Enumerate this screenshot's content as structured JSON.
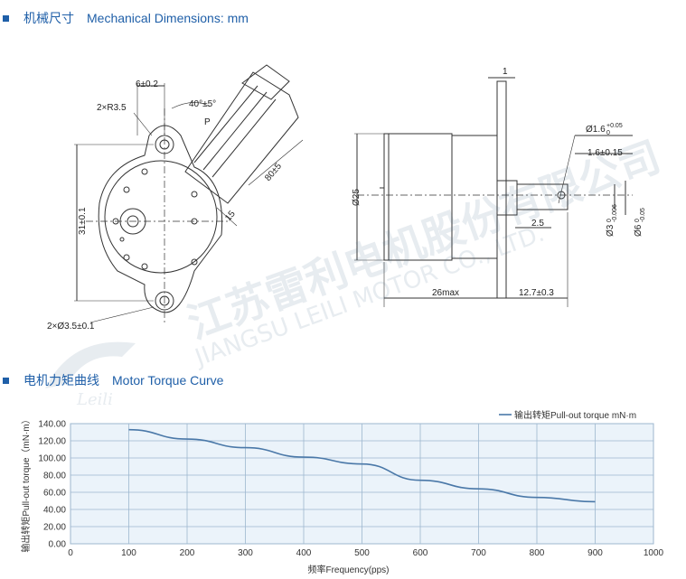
{
  "section_dimensions": {
    "title_cn": "机械尺寸",
    "title_en": "Mechanical Dimensions: mm"
  },
  "section_torque": {
    "title_cn": "电机力矩曲线",
    "title_en": "Motor Torque Curve"
  },
  "watermark": {
    "cn": "江苏雷利电机股份有限公司",
    "en": "JIANGSU LEILI MOTOR CO., LTD.",
    "logo_text": "Leili"
  },
  "dimensions": {
    "d_6": "6±0.2",
    "d_40deg": "40°±5°",
    "d_r35": "2×R3.5",
    "d_p": "P",
    "d_80": "80±5",
    "d_31": "31±0.1",
    "d_15": "15",
    "d_hole": "2×Ø3.5±0.1",
    "d_1": "1",
    "d_16": "Ø1.6",
    "d_16_tol": "+0.05",
    "d_16_tol0": "0",
    "d_1615": "1.6±0.15",
    "d_25": "Ø25",
    "d_25b": "2.5",
    "d_3": "Ø3",
    "d_3_tol0": "0",
    "d_3_tol": "-0.006",
    "d_6shaft": "Ø6",
    "d_6_tol0": "0",
    "d_6_tol": "-0.05",
    "d_26": "26max",
    "d_127": "12.7±0.3"
  },
  "chart_data": {
    "type": "line",
    "legend_label": "输出转矩Pull-out torque  mN·m",
    "legend_position": "top-right",
    "xlabel": "频率Frequency(pps)",
    "ylabel": "输出转矩Pull-out torque（mN·m）",
    "xlim": [
      0,
      1000
    ],
    "ylim": [
      0,
      140
    ],
    "x_ticks": [
      "0",
      "100",
      "200",
      "300",
      "400",
      "500",
      "600",
      "700",
      "800",
      "900",
      "1000"
    ],
    "y_ticks": [
      "0.00",
      "20.00",
      "40.00",
      "60.00",
      "80.00",
      "100.00",
      "120.00",
      "140.00"
    ],
    "grid": true,
    "series": [
      {
        "x": [
          100,
          200,
          300,
          400,
          500,
          600,
          700,
          800,
          900
        ],
        "values": [
          133,
          122,
          112,
          101,
          93,
          74,
          64,
          54,
          49
        ]
      }
    ],
    "line_color": "#4a78a8",
    "plot_bg": "#ebf3fa",
    "grid_color": "#9db7cf"
  }
}
